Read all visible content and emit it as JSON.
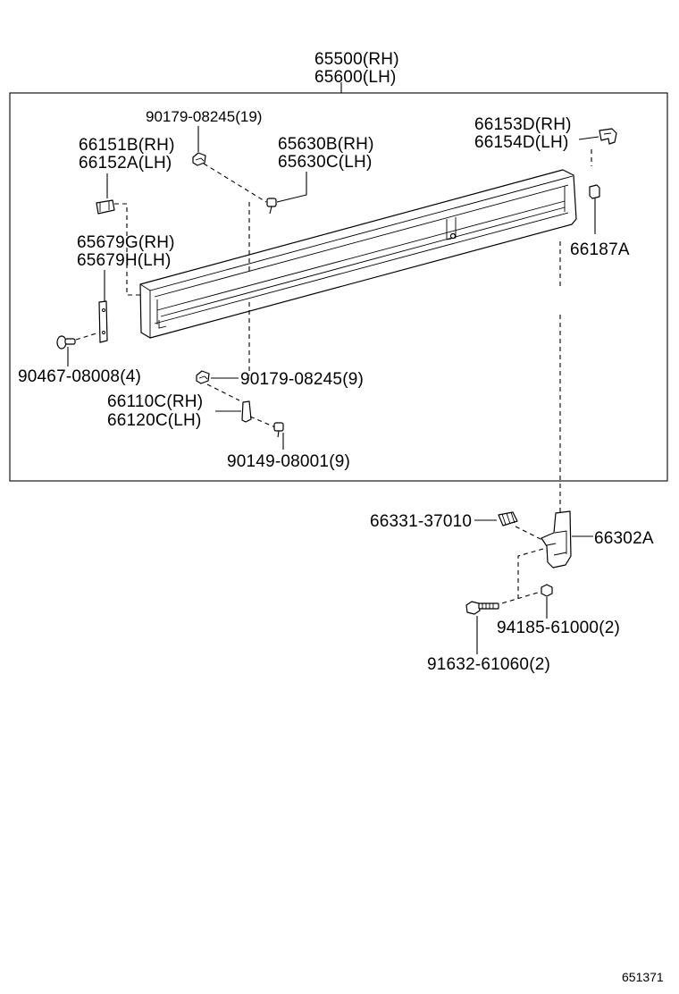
{
  "labels": {
    "assy_rh": "65500(RH)",
    "assy_lh": "65600(LH)",
    "clip_top": "90179-08245(19)",
    "bracket_rh": "66153D(RH)",
    "bracket_lh": "66154D(LH)",
    "cover_rh": "66151B(RH)",
    "cover_lh": "66152A(LH)",
    "screw_rh": "65630B(RH)",
    "screw_lh": "65630C(LH)",
    "plate_rh": "65679G(RH)",
    "plate_lh": "65679H(LH)",
    "clip_end": "66187A",
    "rivet": "90467-08008(4)",
    "clip_mid": "90179-08245(9)",
    "hook_rh": "66110C(RH)",
    "hook_lh": "66120C(LH)",
    "screw_mid": "90149-08001(9)",
    "spring": "66331-37010",
    "hinge": "66302A",
    "nut": "94185-61000(2)",
    "bolt": "91632-61060(2)",
    "figure_no": "651371"
  }
}
